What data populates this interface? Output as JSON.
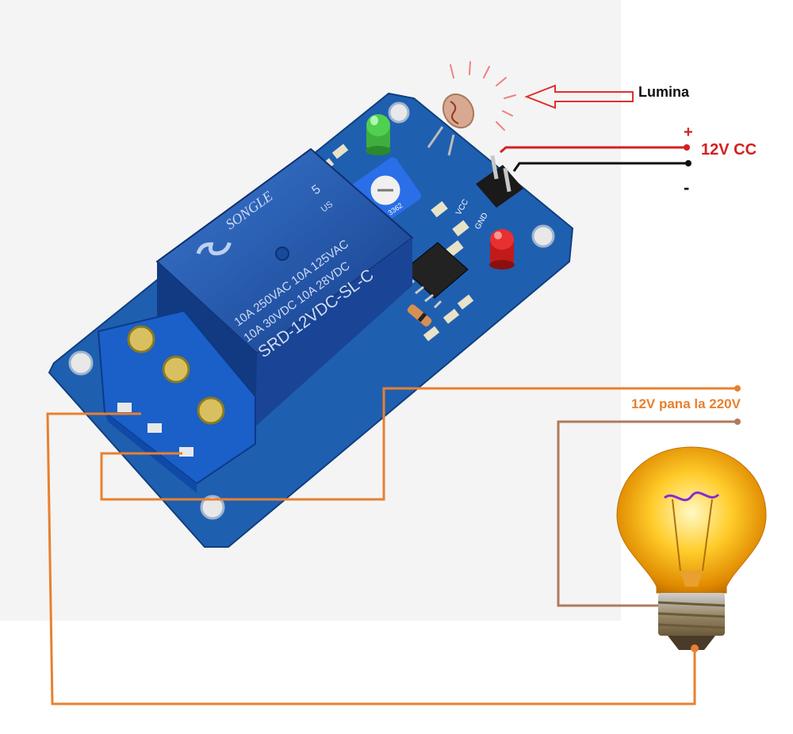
{
  "labels": {
    "light": "Lumina",
    "plus": "+",
    "minus": "-",
    "supply": "12V CC",
    "load_voltage": "12V pana la 220V"
  },
  "relay": {
    "brand": "SONGLE",
    "rating_1": "10A 250VAC 10A 125VAC",
    "rating_2": "10A 30VDC 10A 28VDC",
    "model": "SRD-12VDC-SL-C",
    "pin_mark": "5",
    "region": "US"
  },
  "board": {
    "pin_vcc": "VCC",
    "pin_gnd": "GND",
    "trimmer_code": "3362"
  },
  "colors": {
    "load_wire": "#e8802f",
    "lamp_wire": "#b07a5a",
    "positive_wire": "#d42020",
    "negative_wire": "#111111",
    "pcb": "#1f5fb0",
    "relay": "#1e4fa8"
  }
}
